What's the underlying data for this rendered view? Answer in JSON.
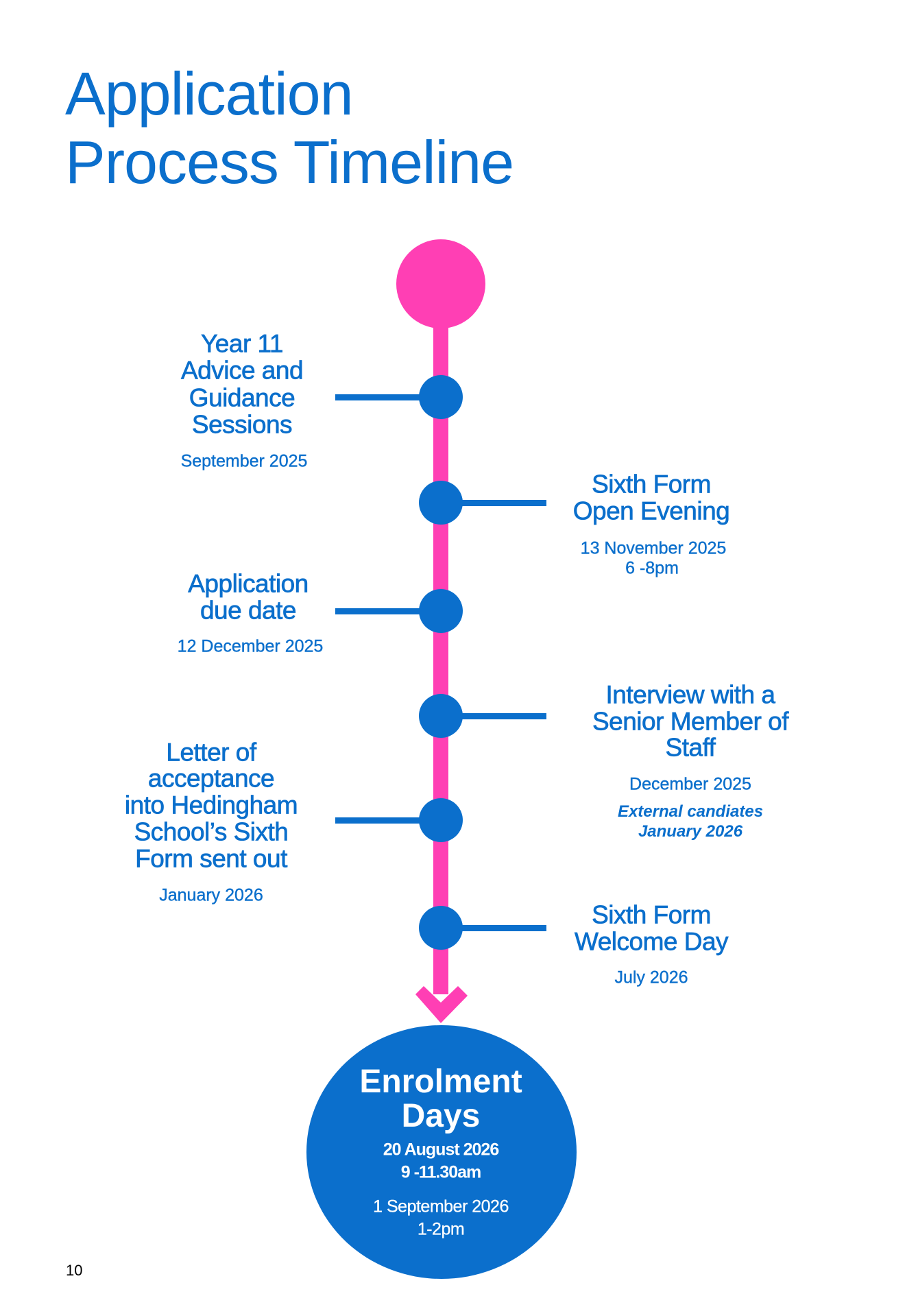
{
  "title": [
    "Application",
    "Process Timeline"
  ],
  "colors": {
    "blue": "#0b6fcc",
    "pink": "#ff3fb4"
  },
  "events": [
    {
      "side": "left",
      "title": [
        "Year 11",
        "Advice and",
        "Guidance",
        "Sessions"
      ],
      "dates": [
        "September 2025"
      ]
    },
    {
      "side": "right",
      "title": [
        "Sixth Form",
        "Open Evening"
      ],
      "dates": [
        "13 November 2025",
        "6 -8pm"
      ]
    },
    {
      "side": "left",
      "title": [
        "Application",
        "due date"
      ],
      "dates": [
        "12 December 2025"
      ]
    },
    {
      "side": "right",
      "title": [
        "Interview with a",
        "Senior Member of",
        "Staff"
      ],
      "dates": [
        "December  2025"
      ],
      "note": [
        "External candiates",
        "January  2026"
      ]
    },
    {
      "side": "left",
      "title": [
        "Letter of",
        "acceptance",
        "into Hedingham",
        "School’s Sixth",
        "Form sent out"
      ],
      "dates": [
        "January 2026"
      ]
    },
    {
      "side": "right",
      "title": [
        "Sixth Form",
        "Welcome Day"
      ],
      "dates": [
        "July 2026"
      ]
    }
  ],
  "final": {
    "title": [
      "Enrolment",
      "Days"
    ],
    "session1": [
      "20 August 2026",
      "9 -11.30am"
    ],
    "session2": [
      "1 September 2026",
      "1-2pm"
    ]
  },
  "page_number": "10"
}
